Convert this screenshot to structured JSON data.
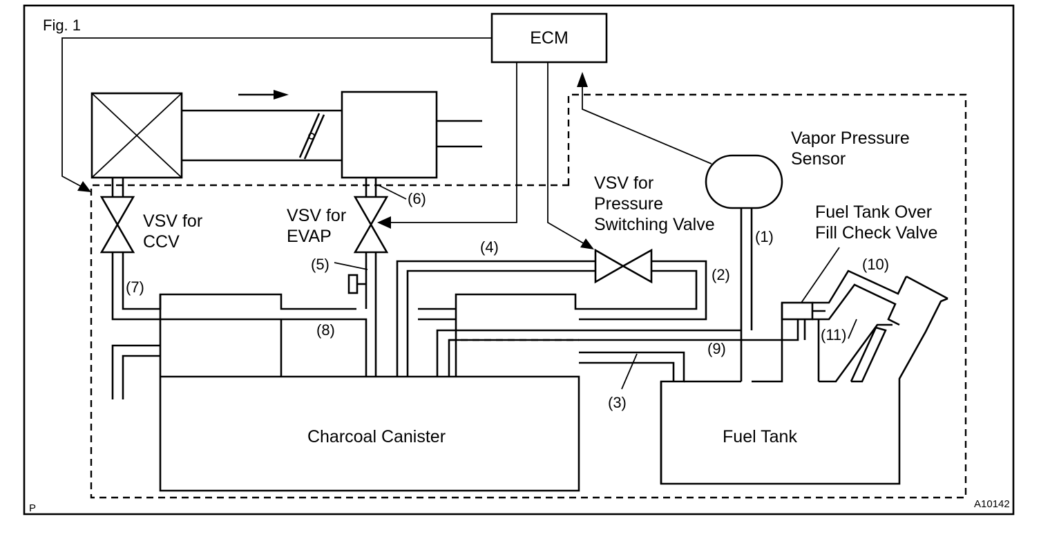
{
  "figure": {
    "title": "Fig. 1",
    "corner_letter": "P",
    "code": "A10142"
  },
  "labels": {
    "ecm": "ECM",
    "vapor_pressure_sensor": [
      "Vapor Pressure",
      "Sensor"
    ],
    "vsv_pressure_switching": [
      "VSV for",
      "Pressure",
      "Switching Valve"
    ],
    "fuel_tank_over_fill": [
      "Fuel Tank Over",
      "Fill Check Valve"
    ],
    "vsv_ccv": [
      "VSV for",
      "CCV"
    ],
    "vsv_evap": [
      "VSV for",
      "EVAP"
    ],
    "charcoal_canister": "Charcoal Canister",
    "fuel_tank": "Fuel Tank"
  },
  "callouts": {
    "c1": "(1)",
    "c2": "(2)",
    "c3": "(3)",
    "c4": "(4)",
    "c5": "(5)",
    "c6": "(6)",
    "c7": "(7)",
    "c8": "(8)",
    "c9": "(9)",
    "c10": "(10)",
    "c11": "(11)"
  },
  "icons": [
    "flow-arrow-icon",
    "throttle-valve-icon",
    "air-cleaner-icon",
    "valve-icon"
  ]
}
